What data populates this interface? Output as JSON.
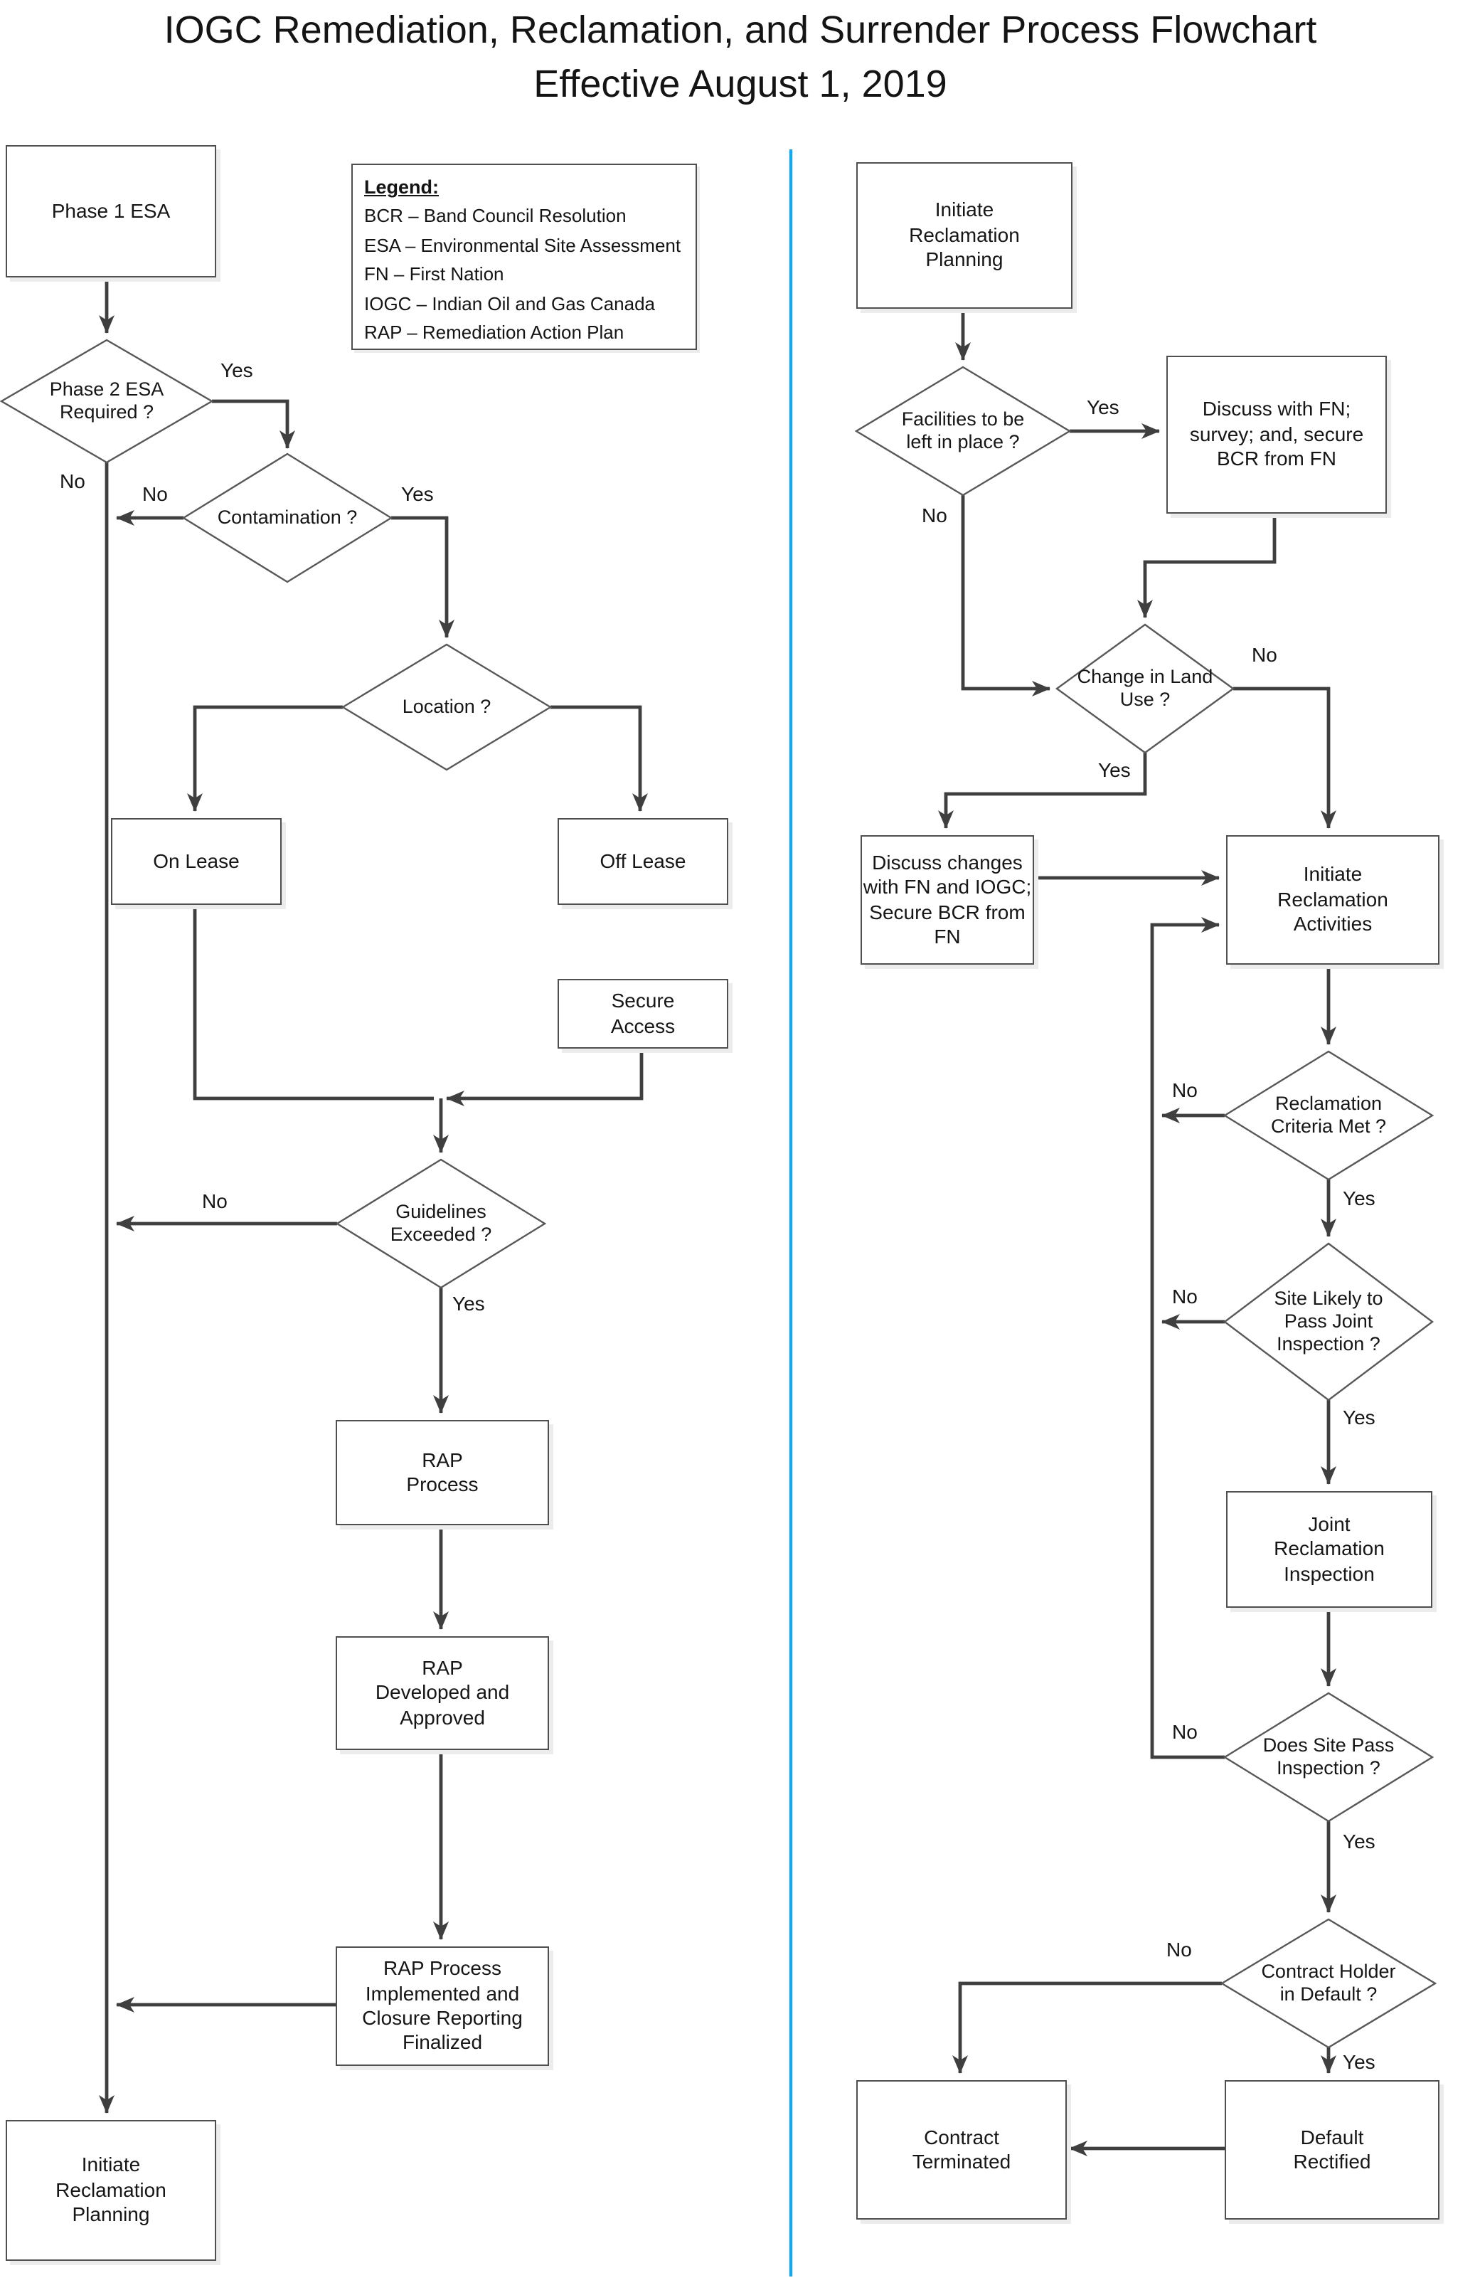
{
  "title": {
    "line1": "IOGC Remediation, Reclamation, and Surrender Process Flowchart",
    "line2": "Effective August 1, 2019"
  },
  "legend": {
    "heading": "Legend:",
    "entries": [
      "BCR – Band Council Resolution",
      "ESA – Environmental Site Assessment",
      "FN – First Nation",
      "IOGC – Indian Oil and Gas Canada",
      "RAP – Remediation Action Plan"
    ]
  },
  "labels": {
    "yes": "Yes",
    "no": "No"
  },
  "colors": {
    "divider": "#18a7ea",
    "line": "#3f3f3f",
    "shape_outline": "#585858"
  },
  "left": {
    "phase1": "Phase 1 ESA",
    "phase2_q": "Phase 2 ESA\nRequired ?",
    "contamination_q": "Contamination ?",
    "location_q": "Location ?",
    "on_lease": "On Lease",
    "off_lease": "Off Lease",
    "secure_access": "Secure\nAccess",
    "guidelines_q": "Guidelines\nExceeded ?",
    "rap_process": "RAP\nProcess",
    "rap_developed": "RAP\nDeveloped and\nApproved",
    "rap_final": "RAP Process\nImplemented and\nClosure Reporting\nFinalized",
    "initiate_planning": "Initiate\nReclamation\nPlanning"
  },
  "right": {
    "initiate_planning": "Initiate\nReclamation\nPlanning",
    "facilities_q": "Facilities to be\nleft in place ?",
    "discuss_fn": "Discuss with FN;\nsurvey; and, secure\nBCR from FN",
    "change_q": "Change in Land\nUse ?",
    "discuss_changes": "Discuss changes\nwith FN and IOGC;\nSecure BCR from FN",
    "initiate_activities": "Initiate\nReclamation\nActivities",
    "criteria_q": "Reclamation\nCriteria Met ?",
    "site_likely_q": "Site Likely to\nPass Joint\nInspection ?",
    "joint_inspection": "Joint\nReclamation\nInspection",
    "site_pass_q": "Does Site Pass\nInspection ?",
    "default_q": "Contract Holder\nin Default ?",
    "contract_terminated": "Contract\nTerminated",
    "default_rectified": "Default\nRectified"
  }
}
